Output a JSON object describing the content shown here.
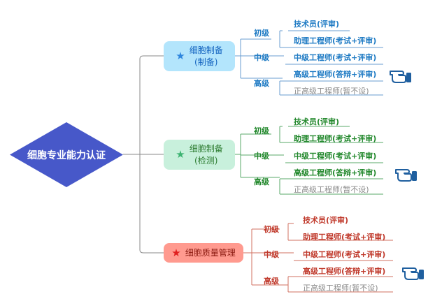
{
  "root": {
    "label": "细胞专业能力认证"
  },
  "branches": [
    {
      "title": "细胞制备",
      "subtitle": "(制备)",
      "color": "#1f7bc4",
      "star_color": "#2e86de",
      "levels": {
        "junior": "初级",
        "middle": "中级",
        "senior": "高级"
      },
      "leaves": [
        "技术员(评审)",
        "助理工程师(考试+评审)",
        "中级工程师(考试+评审)",
        "高级工程师(答辩+评审)",
        "正高级工程师(暂不设)"
      ],
      "pointer_icon": "pointing-hand-icon"
    },
    {
      "title": "细胞制备",
      "subtitle": "(检测)",
      "color": "#22882c",
      "star_color": "#3cb371",
      "levels": {
        "junior": "初级",
        "middle": "中级",
        "senior": "高级"
      },
      "leaves": [
        "技术员(评审)",
        "助理工程师(考试+评审)",
        "中级工程师(考试+评审)",
        "高级工程师(答辩+评审)",
        "正高级工程师(暂不设)"
      ],
      "pointer_icon": "pointing-hand-icon"
    },
    {
      "title": "细胞质量管理",
      "subtitle": "",
      "color": "#c0392b",
      "star_color": "#e02020",
      "levels": {
        "junior": "初级",
        "middle": "中级",
        "senior": "高级"
      },
      "leaves": [
        "技术员(评审)",
        "助理工程师(考试+评审)",
        "中级工程师(考试+评审)",
        "高级工程师(答辩+评审)",
        "正高级工程师(暂不设)"
      ],
      "pointer_icon": "pointing-hand-icon"
    }
  ]
}
